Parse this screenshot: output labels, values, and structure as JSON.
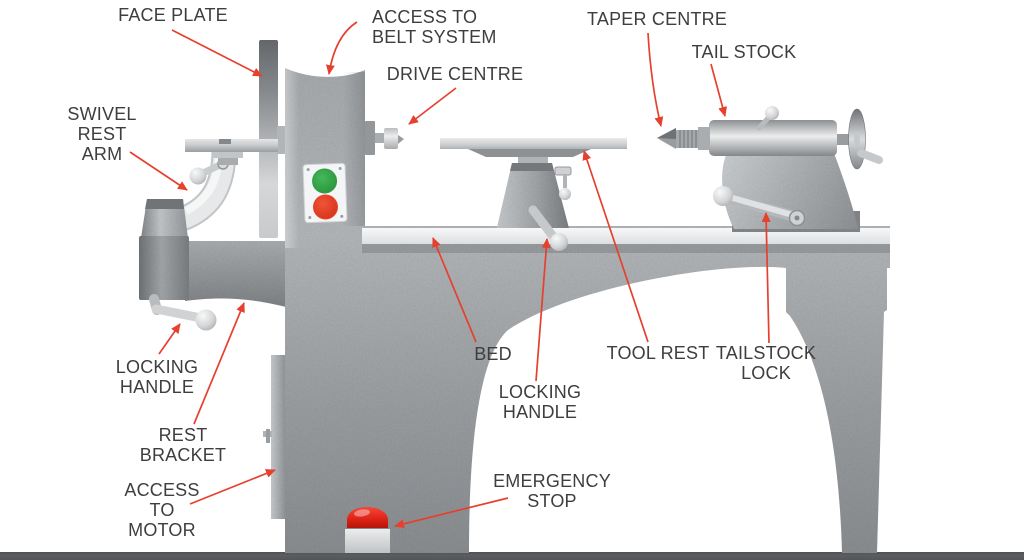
{
  "diagram": {
    "subject": "wood lathe parts diagram",
    "labels": {
      "face_plate": "FACE PLATE",
      "access_belt": "ACCESS TO\nBELT SYSTEM",
      "drive_centre": "DRIVE CENTRE",
      "taper_centre": "TAPER CENTRE",
      "tail_stock": "TAIL STOCK",
      "swivel_rest_arm": "SWIVEL\nREST\nARM",
      "locking_handle_left": "LOCKING\nHANDLE",
      "rest_bracket": "REST\nBRACKET",
      "access_motor": "ACCESS\nTO\nMOTOR",
      "bed": "BED",
      "locking_handle_centre": "LOCKING\nHANDLE",
      "tool_rest": "TOOL REST",
      "tailstock_lock": "TAILSTOCK\nLOCK",
      "emergency_stop": "EMERGENCY\nSTOP"
    },
    "colors": {
      "arrow": "#e6402f",
      "green_button": "#2f9e41",
      "red_button": "#e8442c",
      "estop_red_top": "#f4473a",
      "estop_red_bottom": "#c0170b",
      "text": "#3e3e3e",
      "floor": "#56585b"
    }
  }
}
